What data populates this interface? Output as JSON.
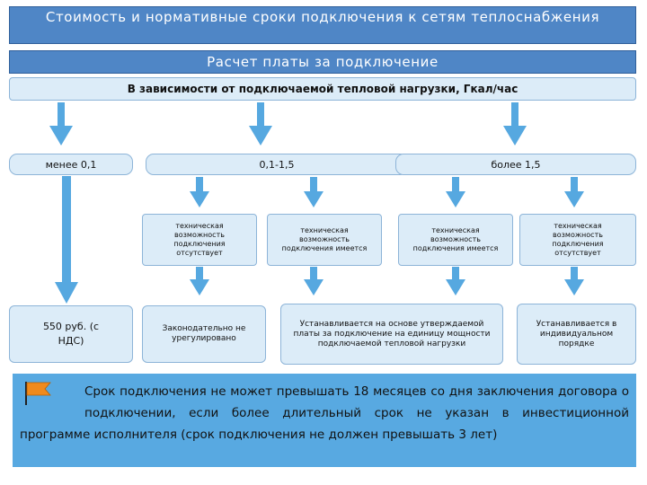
{
  "title": "Стоимость и нормативные сроки подключения к сетям теплоснабжения",
  "subtitle": "Расчет платы за подключение",
  "basis": "В зависимости от подключаемой тепловой нагрузки, Гкал/час",
  "ranges": [
    "менее 0,1",
    "0,1-1,5",
    "более 1,5"
  ],
  "conditions": [
    "техническая возможность подключения отсутствует",
    "техническая возможность подключения имеется",
    "техническая возможность подключения имеется",
    "техническая возможность подключения отсутствует"
  ],
  "outcomes": [
    "550 руб. (с НДС)",
    "Законодательно не урегулировано",
    "Устанавливается на основе утверждаемой платы за подключение на единицу мощности подключаемой тепловой нагрузки",
    "Устанавливается в индивидуальном порядке"
  ],
  "note": "Срок подключения не может превышать 18 месяцев со дня заключения договора о подключении, если более длительный срок не указан в инвестиционной программе исполнителя (срок подключения не должен превышать 3 лет)",
  "colors": {
    "banner": "#4f86c6",
    "box": "#dcecf8",
    "arrow": "#56a8e0",
    "note": "#58a9e1",
    "flag": "#f08a1c"
  },
  "icons": {
    "note_flag": "flag-icon"
  }
}
